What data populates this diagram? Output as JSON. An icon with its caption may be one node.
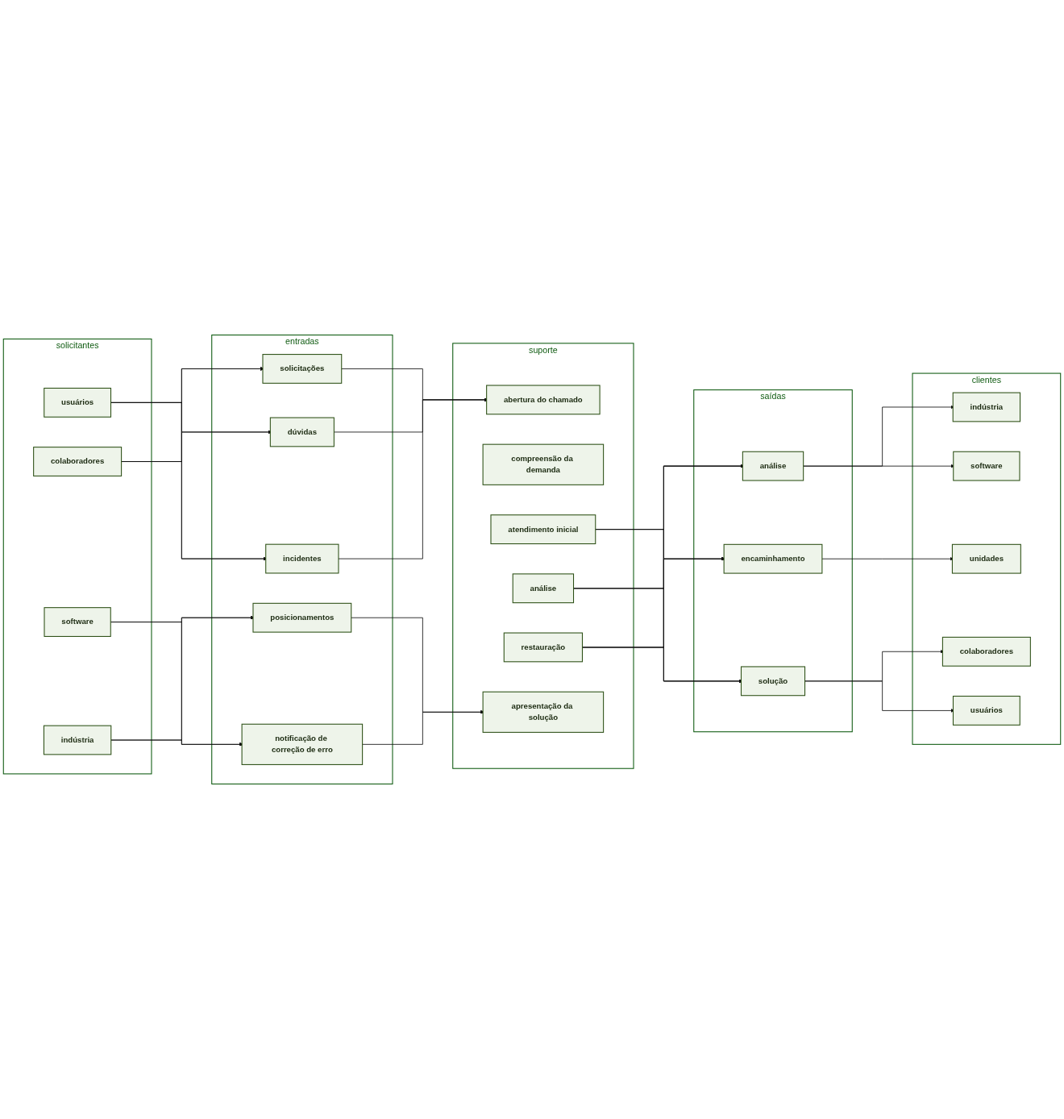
{
  "diagram": {
    "nodes": [
      {
        "text": [
          "solicitantes"
        ]
      },
      {
        "text": [
          "usuários"
        ],
        "in": 0
      },
      {
        "text": [
          "colaboradores"
        ],
        "in": 0
      },
      {
        "text": [
          "software"
        ],
        "in": 0
      },
      {
        "text": [
          "indústria"
        ],
        "in": 0
      },
      {
        "text": [
          "entradas"
        ]
      },
      {
        "text": [
          "solicitações"
        ],
        "in": 5
      },
      {
        "text": [
          "dúvidas"
        ],
        "in": 5
      },
      {
        "text": [
          "incidentes"
        ],
        "in": 5
      },
      {
        "text": [
          "posicionamentos"
        ],
        "in": 5
      },
      {
        "text": [
          "notificação de correção de erro"
        ],
        "in": 5
      },
      {
        "text": [
          "suporte"
        ]
      },
      {
        "text": [
          "abertura do chamado"
        ],
        "in": 11
      },
      {
        "text": [
          "compreensão da demanda"
        ],
        "in": 11
      },
      {
        "text": [
          "atendimento inicial"
        ],
        "in": 11
      },
      {
        "text": [
          "análise"
        ],
        "in": 11
      },
      {
        "text": [
          "restauração"
        ],
        "in": 11
      },
      {
        "text": [
          "apresentação da solução"
        ],
        "in": 11
      },
      {
        "text": [
          "saídas"
        ]
      },
      {
        "text": [
          "análise"
        ],
        "in": 18
      },
      {
        "text": [
          "encaminhamento"
        ],
        "in": 18
      },
      {
        "text": [
          "solução"
        ],
        "in": 18
      },
      {
        "text": [
          "clientes"
        ]
      },
      {
        "text": [
          "indústria"
        ],
        "in": 22
      },
      {
        "text": [
          "software"
        ],
        "in": 22
      },
      {
        "text": [
          "unidades"
        ],
        "in": 22
      },
      {
        "text": [
          "colaboradores"
        ],
        "in": 22
      },
      {
        "text": [
          "usuários"
        ],
        "in": 22
      }
    ],
    "edges": [
      {
        "from": 1,
        "to": 6,
        "arrow": "to"
      },
      {
        "from": 1,
        "to": 7,
        "arrow": "to"
      },
      {
        "from": 1,
        "to": 8,
        "arrow": "to"
      },
      {
        "from": 2,
        "to": 6,
        "arrow": "to"
      },
      {
        "from": 2,
        "to": 7,
        "arrow": "to"
      },
      {
        "from": 2,
        "to": 8,
        "arrow": "to"
      },
      {
        "from": 3,
        "to": 9,
        "arrow": "to"
      },
      {
        "from": 3,
        "to": 10,
        "arrow": "to"
      },
      {
        "from": 4,
        "to": 9,
        "arrow": "to"
      },
      {
        "from": 4,
        "to": 10,
        "arrow": "to"
      },
      {
        "from": 6,
        "to": 12,
        "arrow": "to"
      },
      {
        "from": 7,
        "to": 12,
        "arrow": "to"
      },
      {
        "from": 8,
        "to": 12,
        "arrow": "to"
      },
      {
        "from": 9,
        "to": 17,
        "arrow": "to"
      },
      {
        "from": 10,
        "to": 17,
        "arrow": "to"
      },
      {
        "from": 14,
        "to": 19,
        "arrow": "to"
      },
      {
        "from": 14,
        "to": 20,
        "arrow": "to"
      },
      {
        "from": 14,
        "to": 21,
        "arrow": "to"
      },
      {
        "from": 15,
        "to": 19,
        "arrow": "to"
      },
      {
        "from": 15,
        "to": 20,
        "arrow": "to"
      },
      {
        "from": 15,
        "to": 21,
        "arrow": "to"
      },
      {
        "from": 16,
        "to": 19,
        "arrow": "to"
      },
      {
        "from": 16,
        "to": 20,
        "arrow": "to"
      },
      {
        "from": 16,
        "to": 21,
        "arrow": "to"
      },
      {
        "from": 19,
        "to": 23,
        "arrow": "to"
      },
      {
        "from": 19,
        "to": 24,
        "arrow": "to"
      },
      {
        "from": 20,
        "to": 25,
        "arrow": "to"
      },
      {
        "from": 21,
        "to": 26,
        "arrow": "to"
      },
      {
        "from": 21,
        "to": 27,
        "arrow": "to"
      }
    ]
  }
}
